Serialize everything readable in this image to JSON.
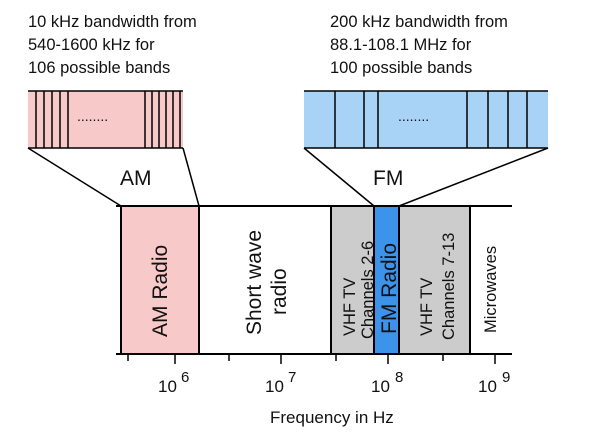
{
  "am_caption": {
    "line1": "10 kHz bandwidth from",
    "line2": "540-1600 kHz for",
    "line3": "106 possible bands"
  },
  "fm_caption": {
    "line1": "200 kHz bandwidth from",
    "line2": "88.1-108.1 MHz for",
    "line3": "100 possible bands"
  },
  "am_zoom": {
    "dots": "........",
    "label": "AM"
  },
  "fm_zoom": {
    "dots": "........",
    "label": "FM"
  },
  "bands": {
    "am_radio": "AM Radio",
    "short_wave_1": "Short wave",
    "short_wave_2": "radio",
    "vhf_low_1": "VHF TV",
    "vhf_low_2": "Channels 2-6",
    "fm_radio": "FM Radio",
    "vhf_high_1": "VHF TV",
    "vhf_high_2": "Channels 7-13",
    "microwaves": "Microwaves"
  },
  "axis": {
    "ticks": [
      {
        "base": "10",
        "exp": "6"
      },
      {
        "base": "10",
        "exp": "7"
      },
      {
        "base": "10",
        "exp": "8"
      },
      {
        "base": "10",
        "exp": "9"
      }
    ],
    "title": "Frequency in Hz"
  },
  "colors": {
    "am_pink": "#f7c9c9",
    "fm_blue": "#a9d3f6",
    "fm_band_blue": "#3d93ea",
    "vhf_gray": "#cccccc"
  }
}
